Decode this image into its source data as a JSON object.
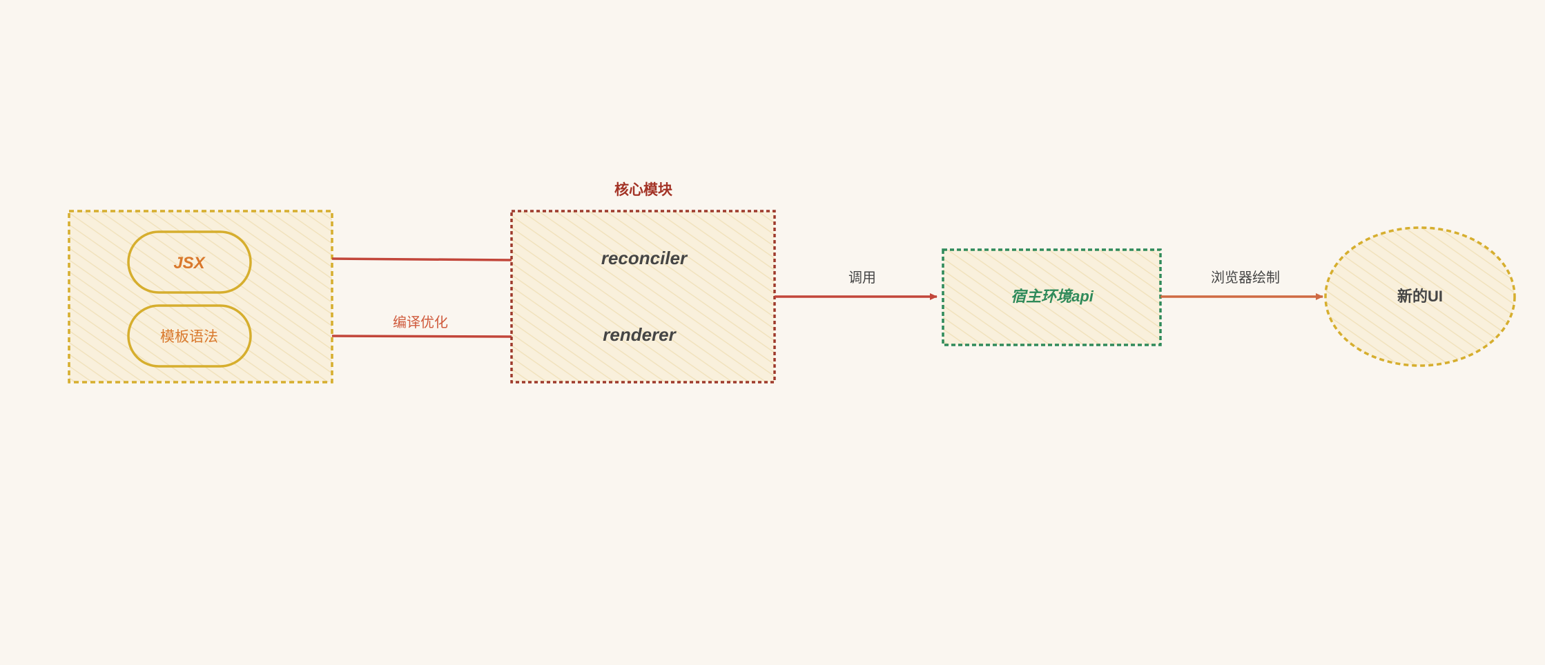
{
  "diagram": {
    "source_group": {
      "jsx_label": "JSX",
      "template_label": "模板语法"
    },
    "edge_compile_label": "编译优化",
    "core_module": {
      "title": "核心模块",
      "reconciler_label": "reconciler",
      "renderer_label": "renderer"
    },
    "edge_call_label": "调用",
    "host_api_label": "宿主环境api",
    "edge_paint_label": "浏览器绘制",
    "new_ui_label": "新的UI"
  },
  "colors": {
    "background": "#faf6f0",
    "yellow_stroke": "#d6ae2e",
    "core_stroke": "#9e3a2c",
    "edge_red": "#c2463a",
    "edge_orange": "#cf6a43",
    "green_stroke": "#2f8a5a",
    "orange_text": "#d9782c",
    "dark_text": "#454545",
    "title_red": "#a33326"
  }
}
